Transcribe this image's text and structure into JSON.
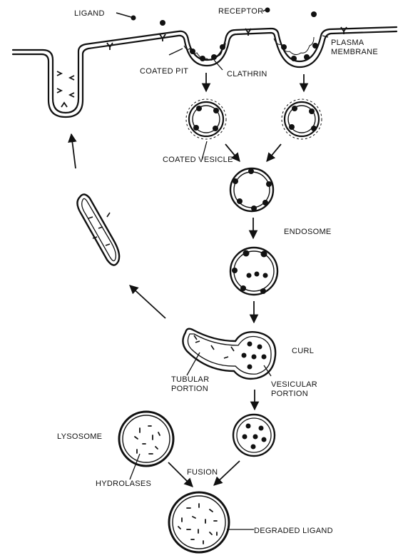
{
  "labels": {
    "ligand": "LIGAND",
    "receptor": "RECEPTOR",
    "plasma_membrane_1": "PLASMA",
    "plasma_membrane_2": "MEMBRANE",
    "coated_pit": "COATED PIT",
    "clathrin": "CLATHRIN",
    "coated_vesicle": "COATED VESICLE",
    "endosome": "ENDOSOME",
    "curl": "CURL",
    "tubular_portion_1": "TUBULAR",
    "tubular_portion_2": "PORTION",
    "vesicular_portion_1": "VESICULAR",
    "vesicular_portion_2": "PORTION",
    "lysosome": "LYSOSOME",
    "fusion": "FUSION",
    "hydrolases": "HYDROLASES",
    "degraded_ligand": "DEGRADED LIGAND"
  },
  "colors": {
    "ink": "#111111",
    "background": "#ffffff"
  }
}
